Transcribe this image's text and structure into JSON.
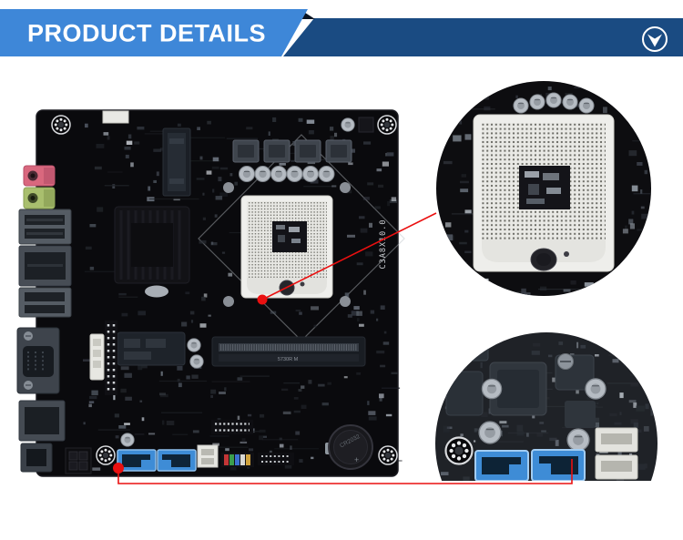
{
  "header": {
    "title": "PRODUCT DETAILS",
    "collapse_button": {
      "icon": "chevron-down-circle-icon"
    },
    "colors": {
      "ribbon_light": "#3E87D8",
      "ribbon_dark": "#1A4B82",
      "ribbon_fold": "#0A1423",
      "text": "#FFFFFF"
    }
  },
  "product_image": {
    "subject": "mini-ITX motherboard photo",
    "pcb_marking": "C3A8X10.0",
    "sodimm_marking": "5730R M",
    "battery_label": "CR2032",
    "battery_polarity": "+",
    "callouts": [
      {
        "id": "cpu-socket-zoom",
        "shows": "CPU socket close-up"
      },
      {
        "id": "sata-ports-zoom",
        "shows": "SATA ports close-up"
      }
    ],
    "colors": {
      "pcb_black": "#0A0A0D",
      "socket_white": "#EFEFEC",
      "sata_blue": "#3E8CD6",
      "audio_jack_pink": "#D9687E",
      "audio_jack_green": "#A9BF6E",
      "annotation_red": "#EA1010",
      "background": "#FFFFFF"
    }
  }
}
